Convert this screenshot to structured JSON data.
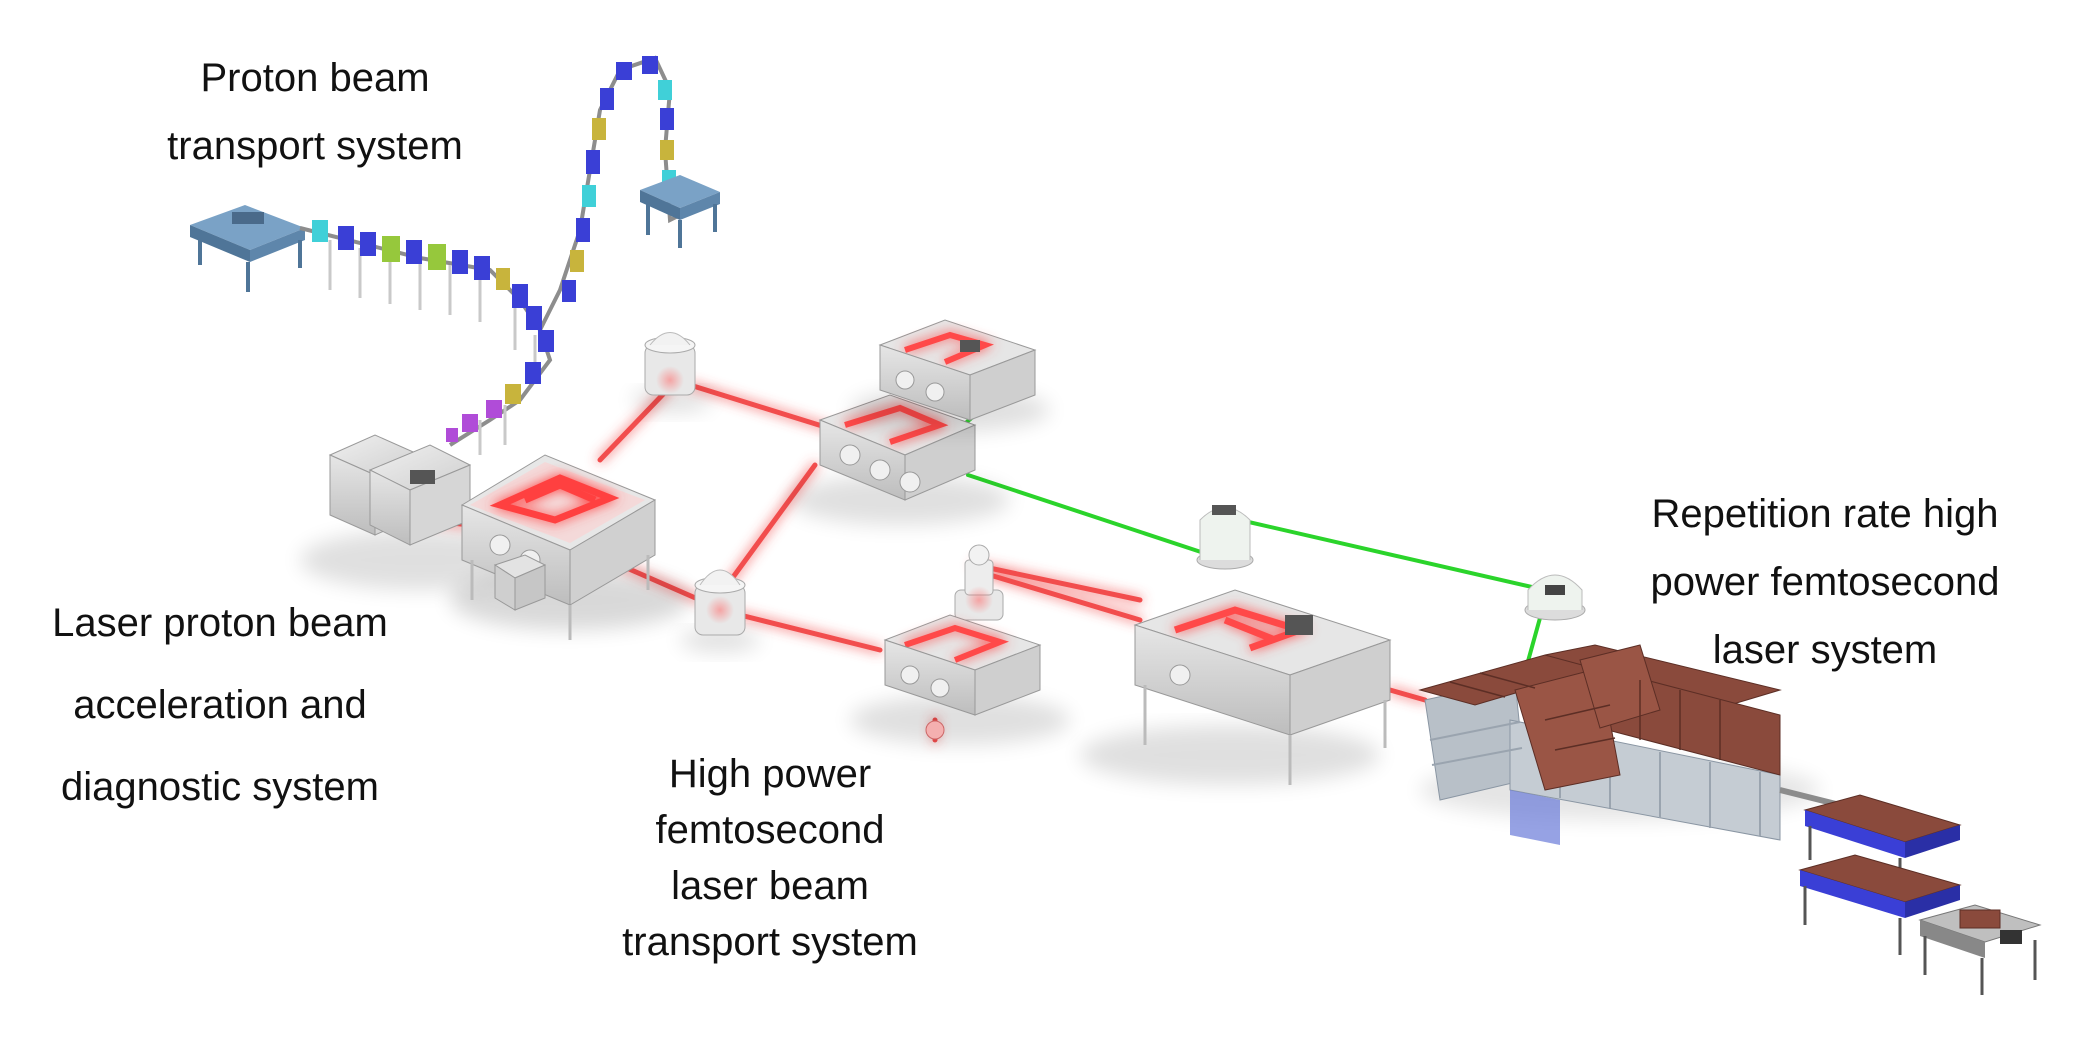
{
  "labels": {
    "proton_transport": {
      "line1": "Proton beam",
      "line2": "transport system"
    },
    "laser_acceleration": {
      "line1": "Laser proton beam",
      "line2": "acceleration and",
      "line3": "diagnostic system"
    },
    "hp_transport": {
      "line1": "High power",
      "line2": "femtosecond",
      "line3": "laser beam",
      "line4": "transport system"
    },
    "rep_rate": {
      "line1": "Repetition rate high",
      "line2": "power femtosecond",
      "line3": "laser system"
    }
  },
  "colors": {
    "red_beam": "#f24d4d",
    "green_beam": "#2bd42b",
    "chamber": "#d9d9d9",
    "chamber_dark": "#a9a9a9",
    "magnet_blue": "#3a3fd6",
    "magnet_green": "#96c83c",
    "magnet_purple": "#b04cd8",
    "table_blue": "#6d93b8",
    "amplifier_brown": "#8a4a3c",
    "rack_gray": "#b8c0c8"
  }
}
